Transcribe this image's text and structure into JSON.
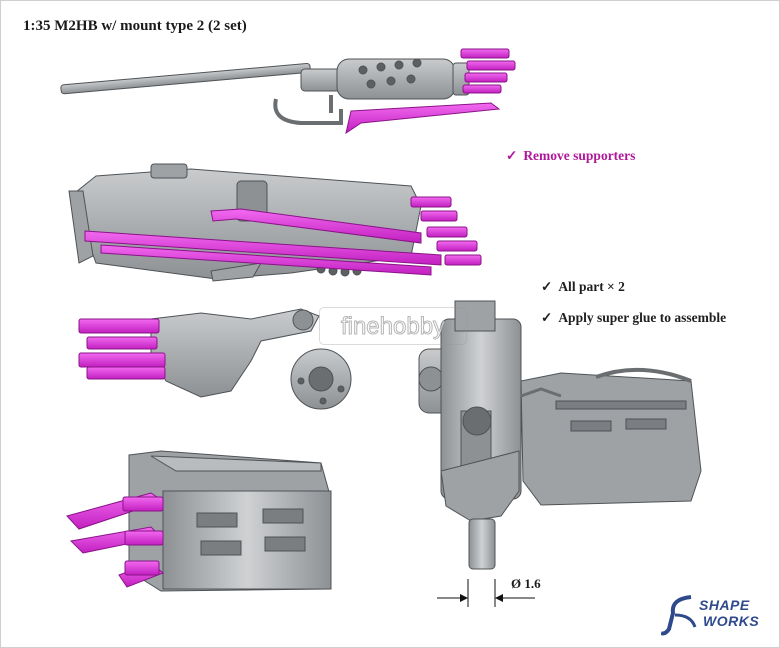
{
  "title": "1:35 M2HB w/ mount type 2 (2 set)",
  "notes": {
    "check_glyph": "✓",
    "remove_supporters": "Remove supporters",
    "all_part": "All part × 2",
    "apply_glue": "Apply super glue to assemble"
  },
  "dimension_label": "Ø 1.6",
  "watermark_text": "finehobby",
  "logo": {
    "line1": "SHAPE",
    "line2": "WORKS"
  },
  "colors": {
    "supporter": "#e23be0",
    "supporter_dark": "#a1139e",
    "part": "#a9acae",
    "part_dark": "#5c6063",
    "note_accent": "#b0189a",
    "logo": "#2f4a8c"
  }
}
